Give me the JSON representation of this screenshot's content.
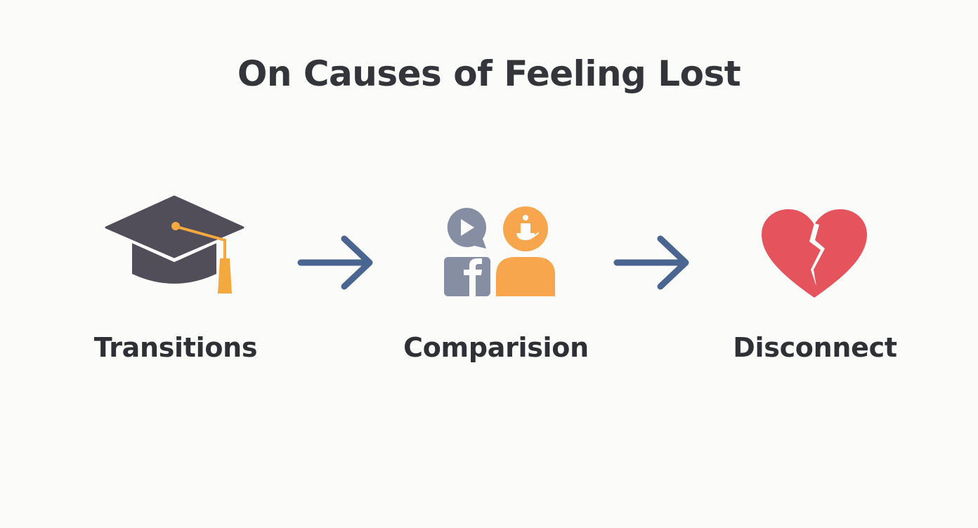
{
  "title": "On Causes of Feeling Lost",
  "steps": [
    {
      "label": "Transitions",
      "icon": "graduation-cap-icon",
      "colors": {
        "primary": "#514d59",
        "accent": "#f4a93e"
      }
    },
    {
      "label": "Comparision",
      "icon": "social-media-comparison-icon",
      "colors": {
        "primary": "#858ea3",
        "accent": "#f7a64d"
      }
    },
    {
      "label": "Disconnect",
      "icon": "broken-heart-icon",
      "colors": {
        "primary": "#e5545d"
      }
    }
  ],
  "connectors": [
    {
      "icon": "arrow-right-icon",
      "color": "#4a6590"
    },
    {
      "icon": "arrow-right-icon",
      "color": "#4a6590"
    }
  ],
  "colors": {
    "background": "#fbfbfa",
    "text": "#34353b"
  }
}
